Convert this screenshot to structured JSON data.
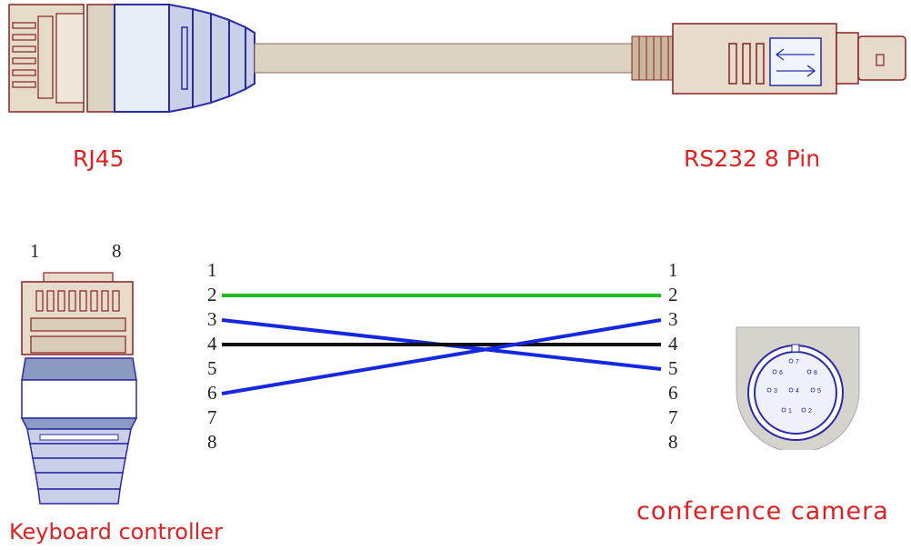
{
  "labels": {
    "rj45": "RJ45",
    "rs232": "RS232 8 Pin",
    "keyboard_controller": "Keyboard controller",
    "conference_camera": "conference camera"
  },
  "rj45_pin_labels": {
    "first": "1",
    "last": "8"
  },
  "left_pins": [
    "1",
    "2",
    "3",
    "4",
    "5",
    "6",
    "7",
    "8"
  ],
  "right_pins": [
    "1",
    "2",
    "3",
    "4",
    "5",
    "6",
    "7",
    "8"
  ],
  "wires": [
    {
      "from": "2",
      "to": "2",
      "color": "#22bb22"
    },
    {
      "from": "3",
      "to": "5",
      "color": "#1428e0"
    },
    {
      "from": "4",
      "to": "4",
      "color": "#111111"
    },
    {
      "from": "6",
      "to": "3",
      "color": "#1428e0"
    }
  ],
  "din_pins": [
    "1",
    "2",
    "3",
    "4",
    "5",
    "6",
    "7",
    "8"
  ],
  "colors": {
    "label_red": "#e02020",
    "cable_beige": "#dcd3c3",
    "outline_maroon": "#8a2020",
    "boot_blue": "#2a2aa8",
    "boot_fill": "#c9d0e8"
  }
}
